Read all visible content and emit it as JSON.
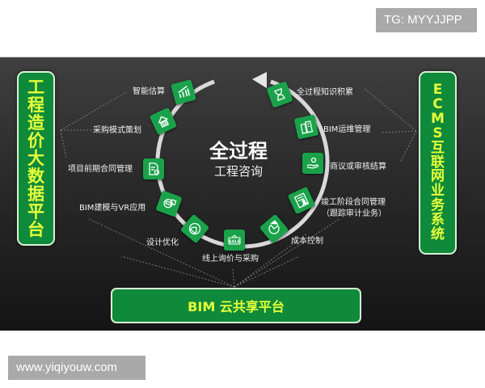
{
  "watermarks": {
    "top": "TG: MYYJJPP",
    "bottom": "www.yiqiyouw.com"
  },
  "colors": {
    "panel_bg": "#2a2a2a",
    "platform_green": "#0f8a3a",
    "platform_text": "#e6ff3a",
    "tile_green": "#1aa24a",
    "ring": "#d9d9d9"
  },
  "center": {
    "title": "全过程",
    "subtitle": "工程咨询"
  },
  "left_platform": {
    "chars": [
      "工",
      "程",
      "造",
      "价",
      "大",
      "数",
      "据",
      "平",
      "台"
    ],
    "label": "工程造价大数据平台"
  },
  "right_platform": {
    "chars": [
      "E",
      "C",
      "M",
      "S",
      "互",
      "联",
      "网",
      "业",
      "务",
      "系",
      "统"
    ],
    "label": "ECMS互联网业务系统"
  },
  "bottom_platform": {
    "label": "BIM 云共享平台"
  },
  "cycle_items": [
    {
      "label": "智能估算",
      "icon": "bar-chart-icon"
    },
    {
      "label": "采购模式策划",
      "icon": "house-icon"
    },
    {
      "label": "项目前期合同管理",
      "icon": "document-icon"
    },
    {
      "label": "BIM建模与VR应用",
      "icon": "vr-headset-icon"
    },
    {
      "label": "设计优化",
      "icon": "home-cycle-icon"
    },
    {
      "label": "线上询价与采购",
      "icon": "sale-sign-icon",
      "icon_text": "SALE"
    },
    {
      "label": "成本控制",
      "icon": "pie-chart-icon"
    },
    {
      "label": "竣工阶段合同管理",
      "label2": "（跟踪审计业务）",
      "icon": "contract-user-icon"
    },
    {
      "label": "商议或审核结算",
      "icon": "hand-coin-icon"
    },
    {
      "label": "BIM运维管理",
      "icon": "buildings-icon"
    },
    {
      "label": "全过程知识积累",
      "icon": "hourglass-icon"
    }
  ]
}
